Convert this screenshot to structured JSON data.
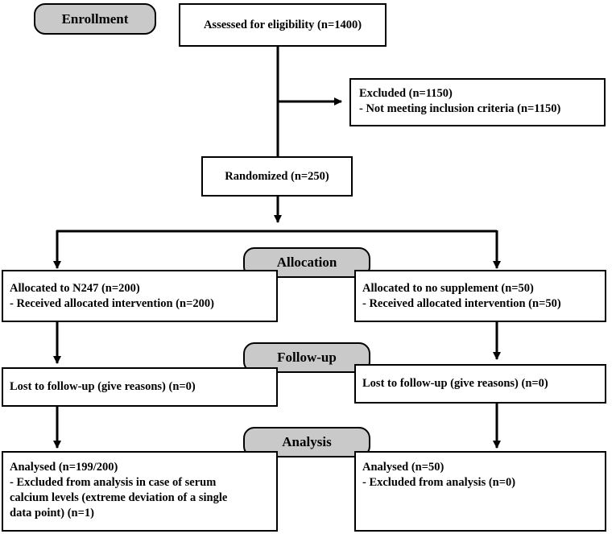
{
  "stages": {
    "enrollment": "Enrollment",
    "allocation": "Allocation",
    "followup": "Follow-up",
    "analysis": "Analysis"
  },
  "boxes": {
    "assessed": "Assessed for eligibility (n=1400)",
    "excluded": {
      "line1": "Excluded (n=1150)",
      "line2": "- Not meeting inclusion criteria (n=1150)"
    },
    "randomized": "Randomized (n=250)",
    "alloc_left": {
      "line1": "Allocated to N247 (n=200)",
      "line2": "- Received allocated intervention (n=200)"
    },
    "alloc_right": {
      "line1": "Allocated to no supplement (n=50)",
      "line2": "- Received allocated intervention (n=50)"
    },
    "follow_left": "Lost to follow-up (give reasons) (n=0)",
    "follow_right": "Lost to follow-up (give reasons) (n=0)",
    "analysis_left": {
      "line1": "Analysed (n=199/200)",
      "line2": "- Excluded from analysis in case of serum",
      "line3": "calcium levels (extreme deviation of a single",
      "line4": "data point) (n=1)"
    },
    "analysis_right": {
      "line1": "Analysed (n=50)",
      "line2": "- Excluded from analysis (n=0)"
    }
  }
}
